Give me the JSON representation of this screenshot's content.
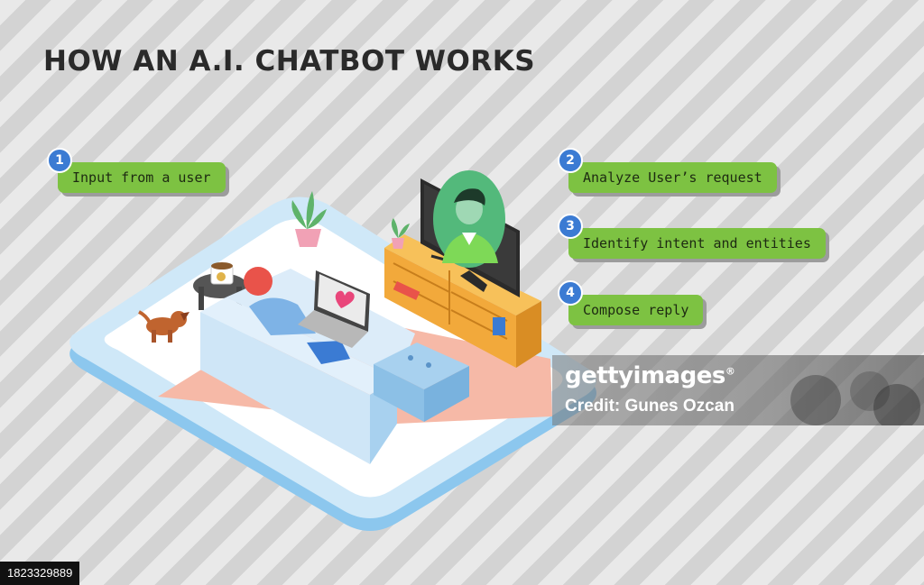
{
  "title": "HOW AN A.I. CHATBOT WORKS",
  "steps": [
    {
      "number": "1",
      "label": "Input from a user"
    },
    {
      "number": "2",
      "label": "Analyze User’s request"
    },
    {
      "number": "3",
      "label": "Identify intent and entities"
    },
    {
      "number": "4",
      "label": "Compose reply"
    }
  ],
  "illustration": {
    "icons": [
      "potted-plant-icon",
      "coffee-cup-icon",
      "dog-icon",
      "sofa-icon",
      "person-icon",
      "laptop-icon",
      "heart-icon",
      "tv-icon",
      "chatbot-avatar-icon",
      "ottoman-icon",
      "tv-stand-icon",
      "rug-icon"
    ]
  },
  "watermark": {
    "brand": "gettyimages",
    "registered_mark": "®",
    "credit": "Credit: Gunes Ozcan"
  },
  "image_id": "1823329889",
  "colors": {
    "pill": "#7dc242",
    "badge": "#3b7bd3",
    "platform": "#bfe0f5",
    "sofa": "#cfe6f7",
    "rug": "#f6b9a7",
    "stand": "#f2a93b",
    "avatar_bg": "#53b97b"
  }
}
